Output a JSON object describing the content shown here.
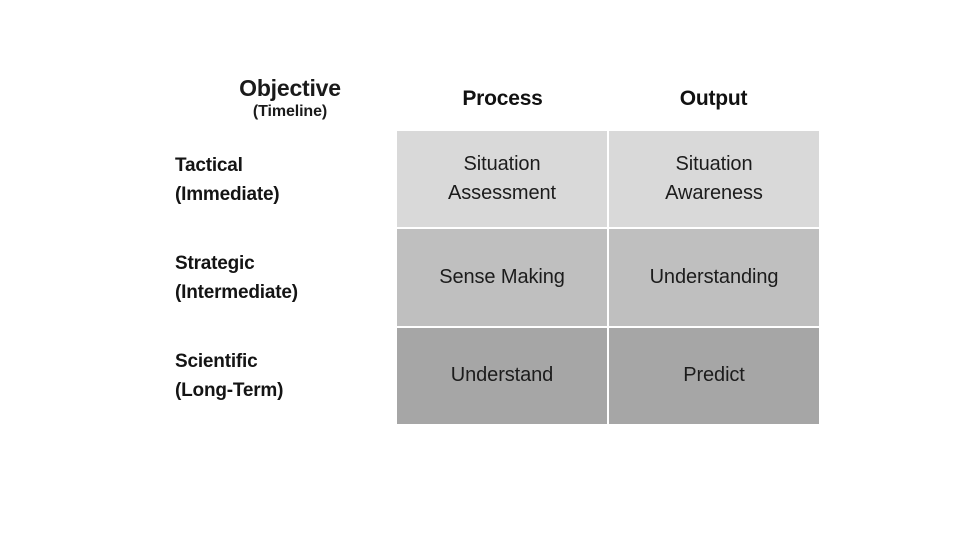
{
  "matrix": {
    "corner_header": {
      "main": "Objective",
      "sub": "(Timeline)"
    },
    "column_headers": [
      {
        "label": "Process"
      },
      {
        "label": "Output"
      }
    ],
    "row_headers": [
      {
        "name": "Tactical",
        "qualifier": "(Immediate)"
      },
      {
        "name": "Strategic",
        "qualifier": "(Intermediate)"
      },
      {
        "name": "Scientific",
        "qualifier": "(Long-Term)"
      }
    ],
    "rows": [
      {
        "background": "#D9D9D9",
        "cells": [
          {
            "line1": "Situation",
            "line2": "Assessment"
          },
          {
            "line1": "Situation",
            "line2": "Awareness"
          }
        ]
      },
      {
        "background": "#BFBFBF",
        "cells": [
          {
            "line1": "Sense Making",
            "line2": ""
          },
          {
            "line1": "Understanding",
            "line2": ""
          }
        ]
      },
      {
        "background": "#A6A6A6",
        "cells": [
          {
            "line1": "Understand",
            "line2": ""
          },
          {
            "line1": "Predict",
            "line2": ""
          }
        ]
      }
    ],
    "colors": {
      "page_background": "#FFFFFF",
      "gridline": "#FFFFFF",
      "text": "#1A1A1A",
      "row_shade_light": "#D9D9D9",
      "row_shade_medium": "#BFBFBF",
      "row_shade_dark": "#A6A6A6"
    }
  }
}
